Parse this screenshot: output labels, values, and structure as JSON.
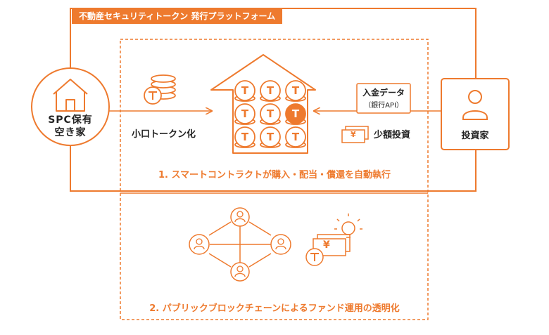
{
  "platform_label": "不動産セキュリティトークン 発行プラットフォーム",
  "spc_label": [
    "SPC保有",
    "空き家"
  ],
  "tokenization_label": "小口トークン化",
  "deposit_label": [
    "入金データ",
    "（銀行API）"
  ],
  "small_investment_label": "少額投資",
  "investor_label": "投資家",
  "step1_label": "1. スマートコントラクトが購入・配当・償還を自動執行",
  "step2_label": "2. パブリックブロックチェーンによるファンド運用の透明化",
  "token_letter": "T",
  "yen_symbol": "¥",
  "colors": {
    "accent": "#EE7A2E",
    "text": "#222222"
  },
  "icons": [
    "house-icon",
    "coin-stack-icon",
    "token-house-icon",
    "cash-icon",
    "person-icon",
    "network-icon",
    "money-idea-icon"
  ]
}
